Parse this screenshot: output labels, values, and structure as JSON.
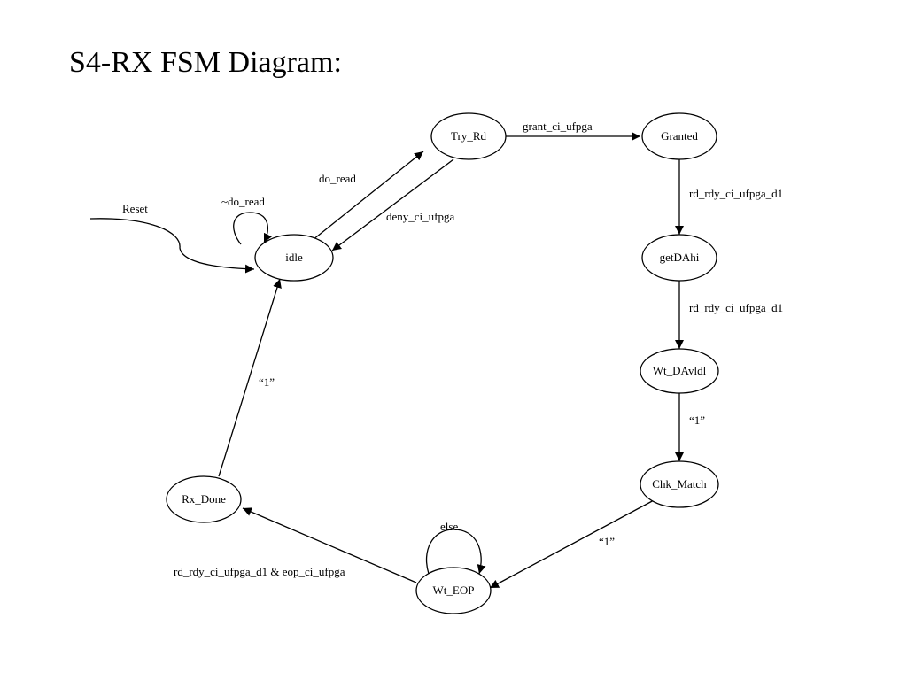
{
  "title": "S4-RX FSM Diagram:",
  "states": {
    "try_rd": "Try_Rd",
    "granted": "Granted",
    "idle": "idle",
    "getdahi": "getDAhi",
    "wt_davldl": "Wt_DAvldl",
    "chk_match": "Chk_Match",
    "rx_done": "Rx_Done",
    "wt_eop": "Wt_EOP"
  },
  "transitions": {
    "reset": "Reset",
    "idle_self": "~do_read",
    "idle_to_try_rd": "do_read",
    "try_rd_to_idle": "deny_ci_ufpga",
    "try_rd_to_granted": "grant_ci_ufpga",
    "granted_to_getdahi": "rd_rdy_ci_ufpga_d1",
    "getdahi_to_wt_davldl": "rd_rdy_ci_ufpga_d1",
    "wt_davldl_to_chk_match": "“1”",
    "chk_match_to_wt_eop": "“1”",
    "wt_eop_self": "else",
    "wt_eop_to_rx_done": "rd_rdy_ci_ufpga_d1 & eop_ci_ufpga",
    "rx_done_to_idle": "“1”"
  }
}
